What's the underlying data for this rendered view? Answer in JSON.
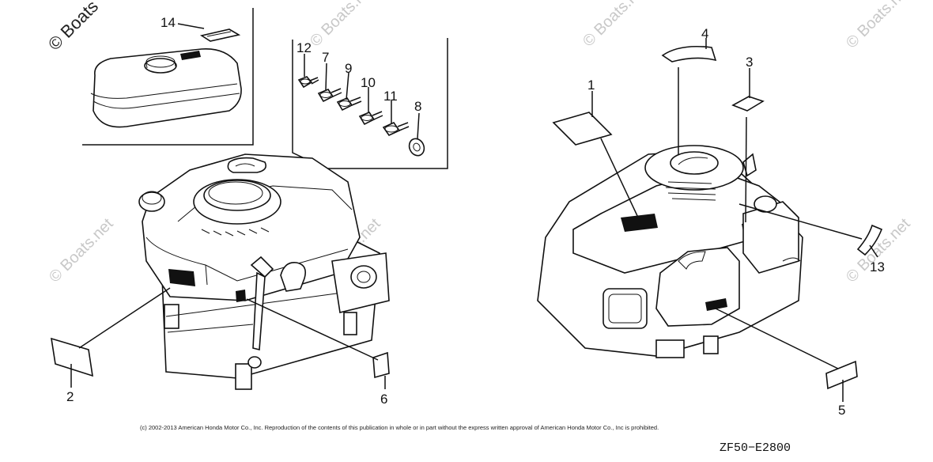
{
  "watermark": {
    "text": "© Boats.net",
    "primary_text": "© Boats"
  },
  "callouts": {
    "c1": "1",
    "c2": "2",
    "c3": "3",
    "c4": "4",
    "c5": "5",
    "c6": "6",
    "c7": "7",
    "c8": "8",
    "c9": "9",
    "c10": "10",
    "c11": "11",
    "c12": "12",
    "c13": "13",
    "c14": "14"
  },
  "footer": {
    "copyright": "(c) 2002-2013 American Honda Motor Co., Inc. Reproduction of the contents of this publication in whole or in part without the express written approval of American Honda Motor Co., Inc is prohibited.",
    "diagram_code": "ZF50−E2800"
  }
}
